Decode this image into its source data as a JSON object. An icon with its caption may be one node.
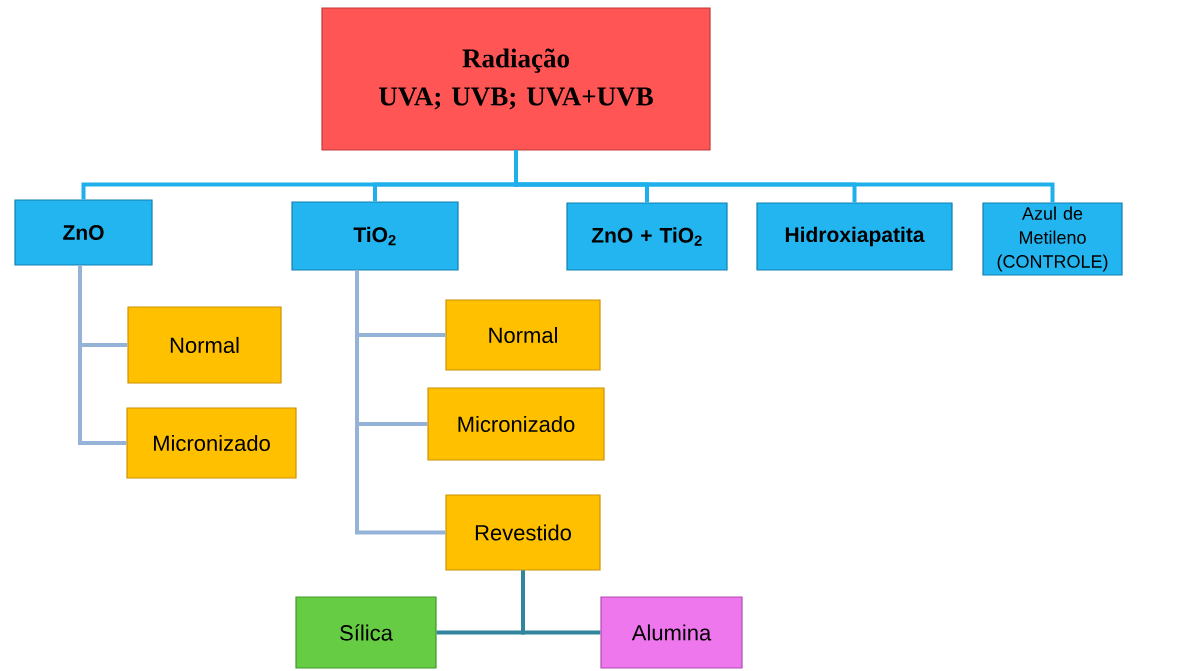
{
  "diagram": {
    "nodes": [
      {
        "text": [
          "Radiação",
          "UVA; UVB; UVA+UVB"
        ]
      },
      {
        "text": [
          "ZnO"
        ]
      },
      {
        "text": [
          "TiO$_{2}$"
        ]
      },
      {
        "text": [
          "ZnO + TiO$_{2}$"
        ]
      },
      {
        "text": [
          "Hidroxiapatita"
        ]
      },
      {
        "text": [
          "Azul de Metileno (CONTROLE)"
        ]
      },
      {
        "text": [
          "Normal"
        ]
      },
      {
        "text": [
          "Micronizado"
        ]
      },
      {
        "text": [
          "Normal"
        ]
      },
      {
        "text": [
          "Micronizado"
        ]
      },
      {
        "text": [
          "Revestido"
        ]
      },
      {
        "text": [
          "Sílica"
        ]
      },
      {
        "text": [
          "Alumina"
        ]
      }
    ],
    "edges": [
      {
        "from": 0,
        "to": 1,
        "arrow": "none",
        "color": "#1fb0ec"
      },
      {
        "from": 0,
        "to": 2,
        "arrow": "none",
        "color": "#1fb0ec"
      },
      {
        "from": 0,
        "to": 3,
        "arrow": "none",
        "color": "#1fb0ec"
      },
      {
        "from": 0,
        "to": 4,
        "arrow": "none",
        "color": "#1fb0ec"
      },
      {
        "from": 0,
        "to": 5,
        "arrow": "none",
        "color": "#1fb0ec"
      },
      {
        "from": 1,
        "to": 6,
        "arrow": "none",
        "color": "#95b3d7"
      },
      {
        "from": 1,
        "to": 7,
        "arrow": "none",
        "color": "#95b3d7"
      },
      {
        "from": 2,
        "to": 8,
        "arrow": "none",
        "color": "#95b3d7"
      },
      {
        "from": 2,
        "to": 9,
        "arrow": "none",
        "color": "#95b3d7"
      },
      {
        "from": 2,
        "to": 10,
        "arrow": "none",
        "color": "#95b3d7"
      },
      {
        "from": 10,
        "to": 11,
        "arrow": "none",
        "color": "#31859c"
      },
      {
        "from": 10,
        "to": 12,
        "arrow": "none",
        "color": "#31859c"
      }
    ]
  }
}
